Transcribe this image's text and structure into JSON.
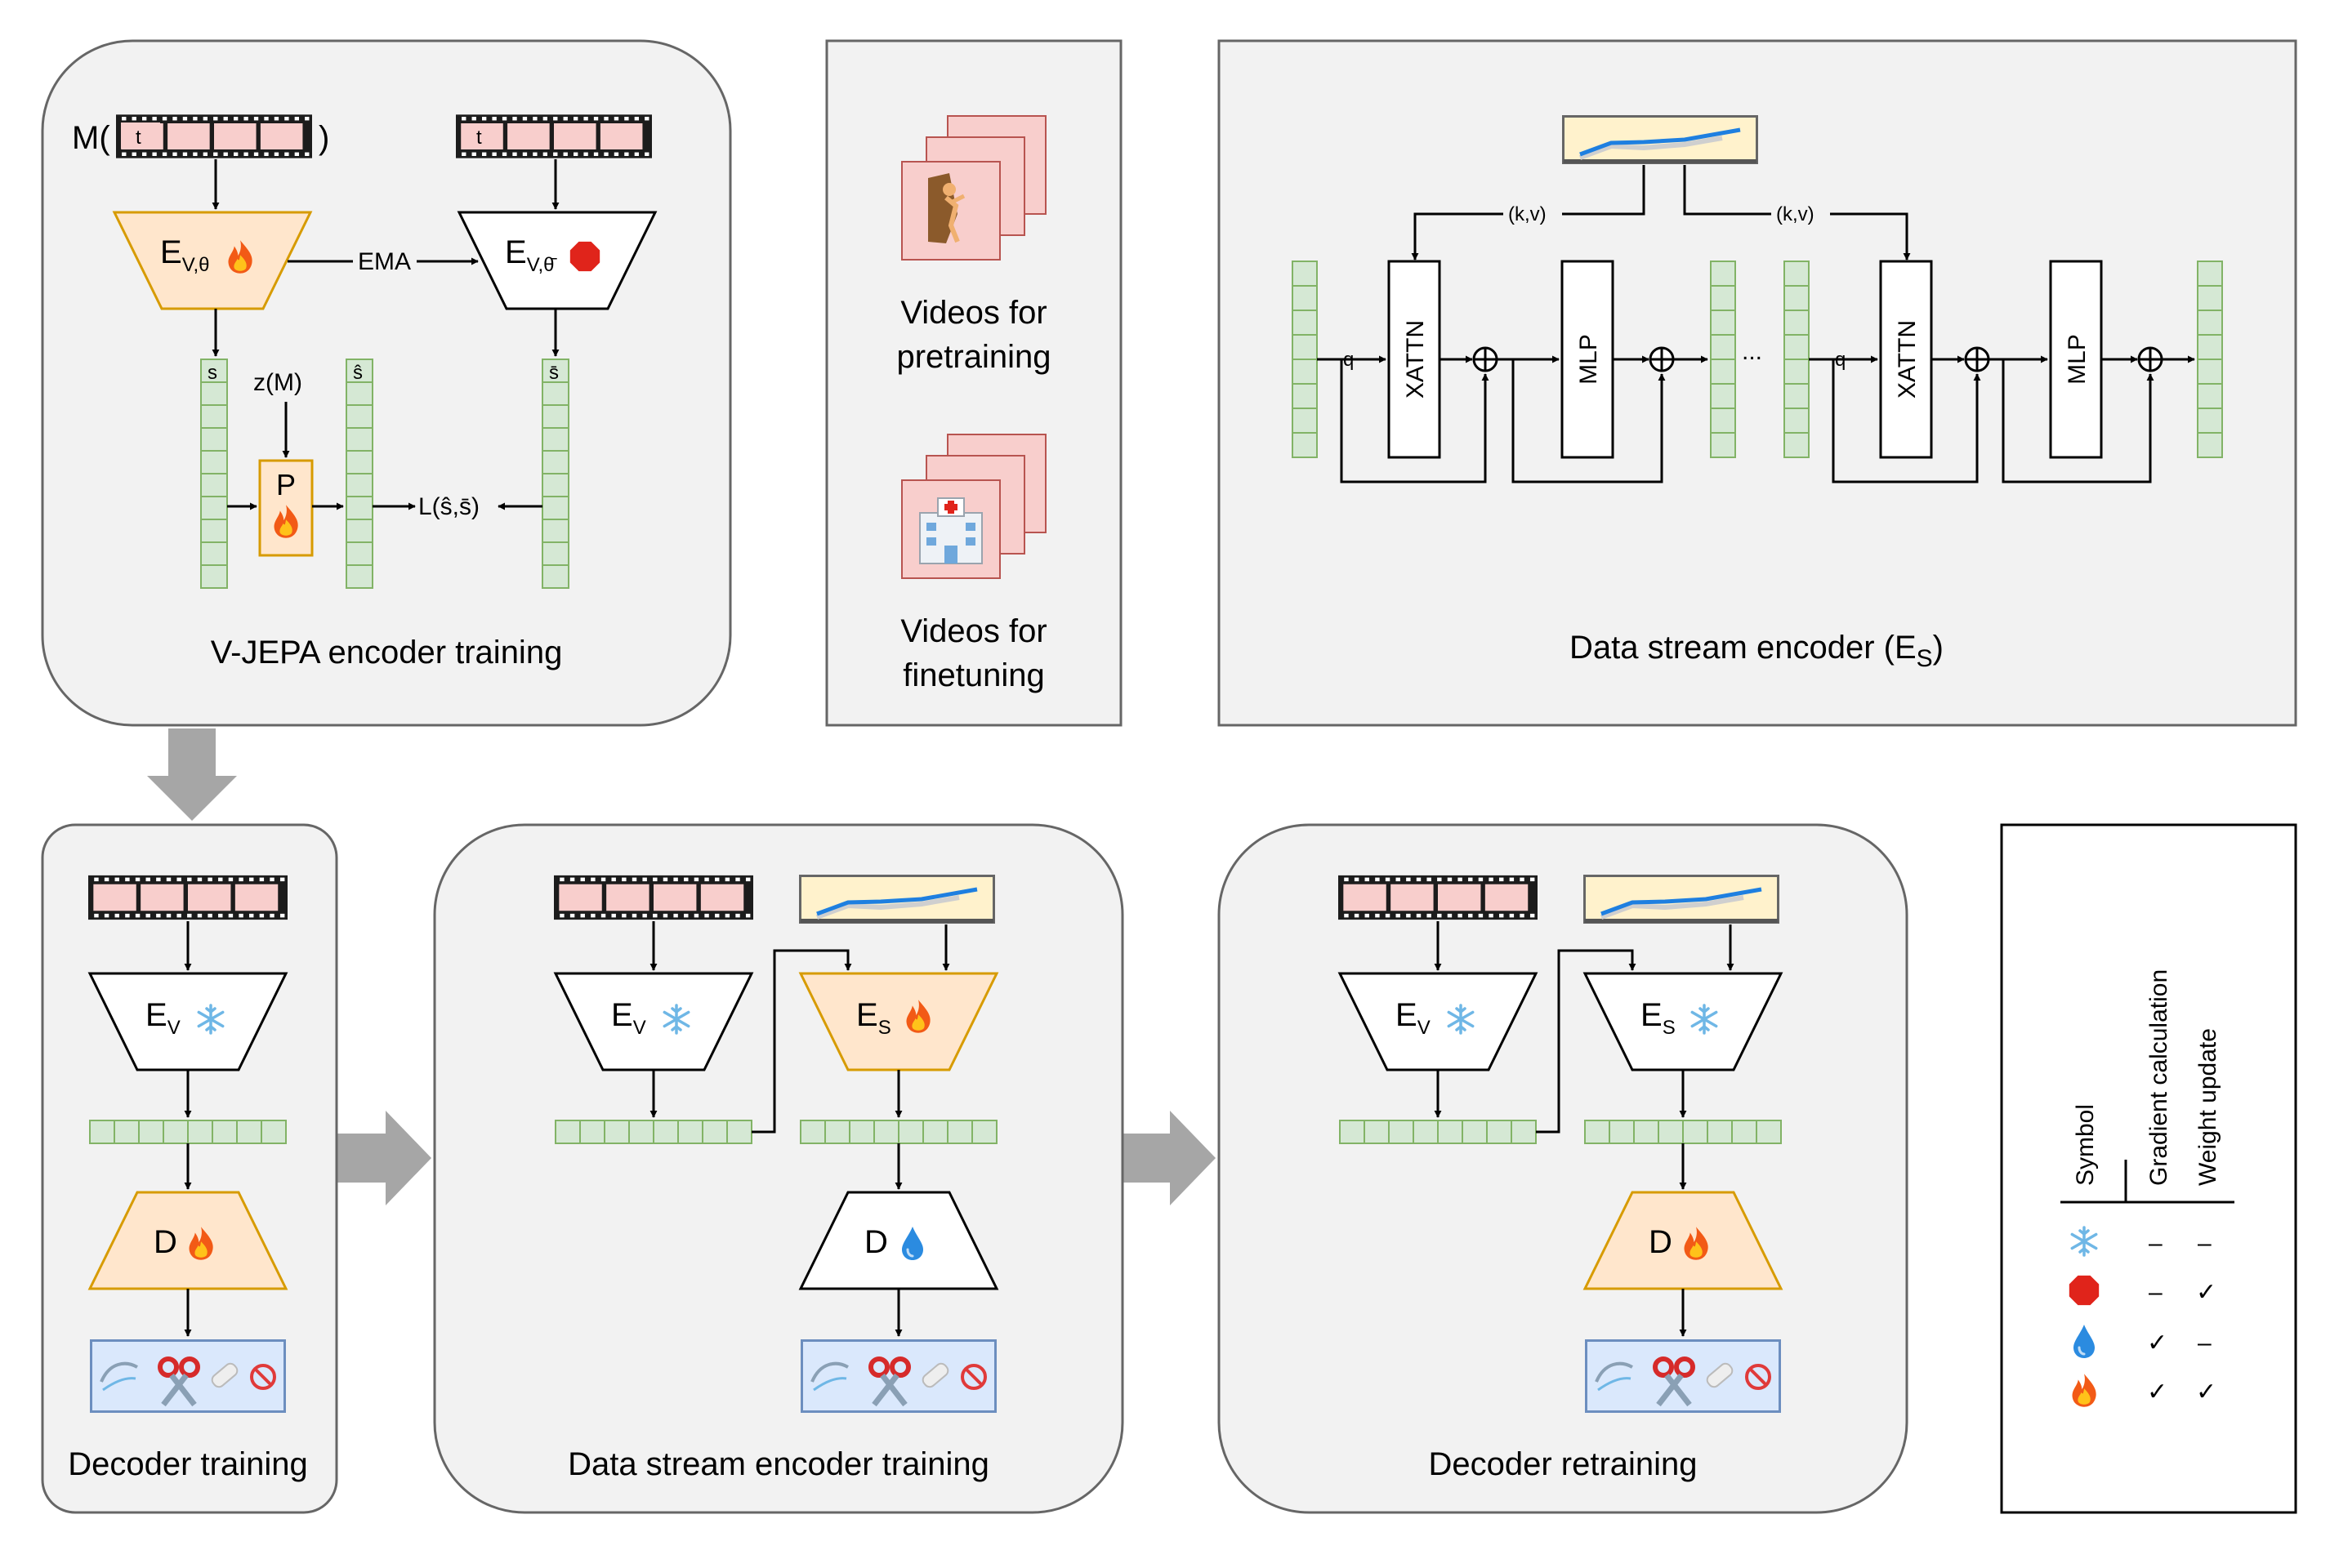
{
  "vjepa": {
    "title": "V-JEPA encoder training",
    "mask_prefix": "M(",
    "mask_suffix": ")",
    "frame_t": "t",
    "frame_t2": "t",
    "student": "E",
    "student_sub": "V,θ",
    "ema": "EMA",
    "teacher": "E",
    "teacher_sub": "V,θ̄",
    "s": "s",
    "s_hat": "ŝ",
    "s_bar": "s̄",
    "z": "z(M)",
    "predictor": "P",
    "loss": "L(ŝ,s̄)"
  },
  "videos": {
    "pretrain_line1": "Videos for",
    "pretrain_line2": "pretraining",
    "finetune_line1": "Videos for",
    "finetune_line2": "finetuning"
  },
  "stream_encoder": {
    "title": "Data stream encoder (E",
    "title_sub": "S",
    "title_close": ")",
    "kv1": "(k,v)",
    "kv2": "(k,v)",
    "q1": "q",
    "q2": "q",
    "xattn1": "XATTN",
    "mlp1": "MLP",
    "xattn2": "XATTN",
    "mlp2": "MLP",
    "ellipsis": "..."
  },
  "decoder_training": {
    "title": "Decoder training",
    "encoder": "E",
    "encoder_sub": "V",
    "decoder": "D"
  },
  "ds_training": {
    "title": "Data stream encoder training",
    "video_encoder": "E",
    "video_encoder_sub": "V",
    "stream_encoder": "E",
    "stream_encoder_sub": "S",
    "decoder": "D"
  },
  "decoder_retraining": {
    "title": "Decoder retraining",
    "video_encoder": "E",
    "video_encoder_sub": "V",
    "stream_encoder": "E",
    "stream_encoder_sub": "S",
    "decoder": "D"
  },
  "legend": {
    "col_symbol": "Symbol",
    "col_gradient": "Gradient calculation",
    "col_weight": "Weight update",
    "rows": [
      {
        "symbol": "snowflake-icon",
        "gradient": "–",
        "weight": "–"
      },
      {
        "symbol": "stop-sign-icon",
        "gradient": "–",
        "weight": "✓"
      },
      {
        "symbol": "droplet-icon",
        "gradient": "✓",
        "weight": "–"
      },
      {
        "symbol": "fire-icon",
        "gradient": "✓",
        "weight": "✓"
      }
    ]
  },
  "colors": {
    "panel_bg": "#f2f2f2",
    "video_frame": "#f8cecc",
    "embedding": "#d5e8d4",
    "trainable": "#ffe6cc",
    "trainable_border": "#d79b00",
    "output": "#dae8fc",
    "output_border": "#6c8ebf",
    "stream_bg": "#fff2cc",
    "stream_line": "#1e7fe0",
    "arrow_gray": "#a6a6a6"
  }
}
